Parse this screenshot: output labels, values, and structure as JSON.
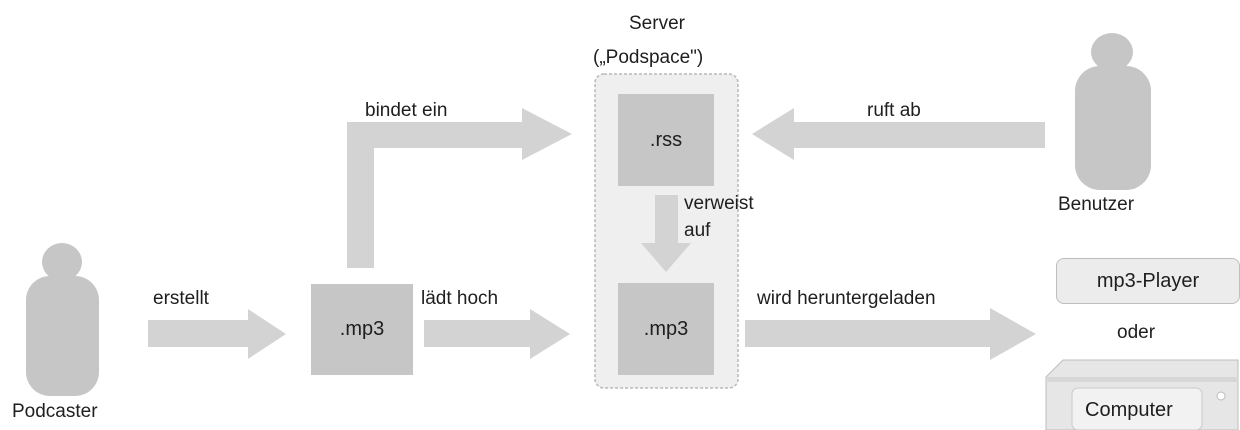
{
  "actors": {
    "podcaster": "Podcaster",
    "user": "Benutzer"
  },
  "server": {
    "title": "Server",
    "subtitle": "(„Podspace\")",
    "rss_file": ".rss",
    "mp3_file": ".mp3"
  },
  "local_file": ".mp3",
  "arrows": {
    "creates": "erstellt",
    "uploads": "lädt hoch",
    "embeds": "bindet ein",
    "fetches": "ruft ab",
    "references_line1": "verweist",
    "references_line2": "auf",
    "downloads": "wird heruntergeladen"
  },
  "devices": {
    "player": "mp3-Player",
    "or": "oder",
    "computer": "Computer"
  },
  "colors": {
    "shape_fill": "#c6c6c6",
    "arrow_fill": "#d3d3d3",
    "server_fill": "#efefef",
    "device_fill": "#ececec"
  }
}
